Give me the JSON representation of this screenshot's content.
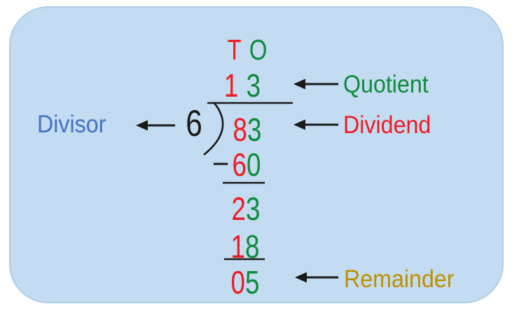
{
  "colors": {
    "red": "#ED1C24",
    "green": "#108A3C",
    "blue": "#4472C4",
    "gold": "#BF9000",
    "ink": "#1A1A1A",
    "panel_bg": "#C3DCF1",
    "panel_border": "#AECDE8",
    "page_bg": "#FFFFFF"
  },
  "place_header": {
    "tens": "T",
    "ones": "O"
  },
  "quotient": {
    "tens": "1",
    "ones": "3"
  },
  "divisor": "6",
  "dividend": {
    "tens": "8",
    "ones": "3"
  },
  "minus_sign": "−",
  "work_rows": {
    "subtrahend": {
      "tens": "6",
      "ones": "0"
    },
    "difference": {
      "tens": "2",
      "ones": "3"
    },
    "second_subtrahend": {
      "tens": "1",
      "ones": "8"
    },
    "remainder_value": {
      "tens": "0",
      "ones": "5"
    }
  },
  "labels": {
    "divisor": "Divisor",
    "quotient": "Quotient",
    "dividend": "Dividend",
    "remainder": "Remainder"
  }
}
